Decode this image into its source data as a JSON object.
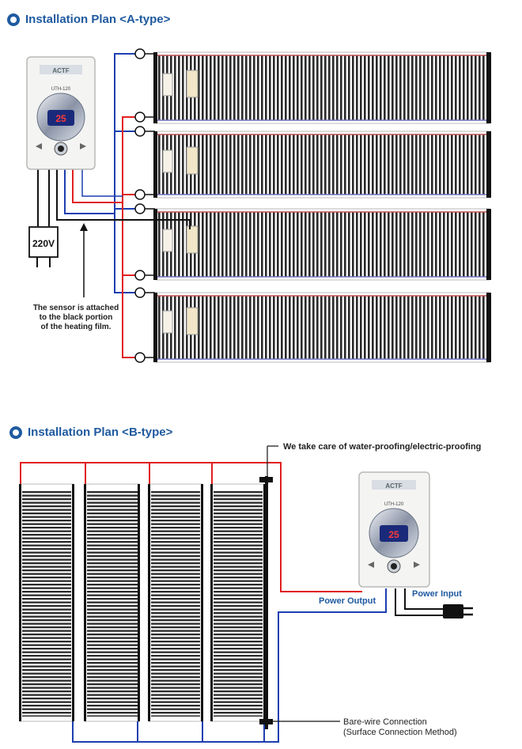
{
  "section_a": {
    "title": "Installation Plan <A-type>",
    "voltage": "220V",
    "sensor_note": [
      "The sensor is attached",
      "to the black portion",
      "of the heating film."
    ]
  },
  "section_b": {
    "title": "Installation Plan <B-type>",
    "waterproof_note": "We take care of water-proofing/electric-proofing",
    "power_output": "Power Output",
    "power_input": "Power Input",
    "bare_wire": [
      "Bare-wire Connection",
      "(Surface Connection Method)"
    ]
  },
  "thermostat": {
    "brand": "ACTF",
    "model": "UTH-120",
    "display_value": "25"
  },
  "colors": {
    "title": "#1f5aa0",
    "wire_red": "#e02020",
    "wire_blue": "#1d3fb0",
    "label_blue": "#1f5aa0",
    "film_stripe": "#222222"
  }
}
